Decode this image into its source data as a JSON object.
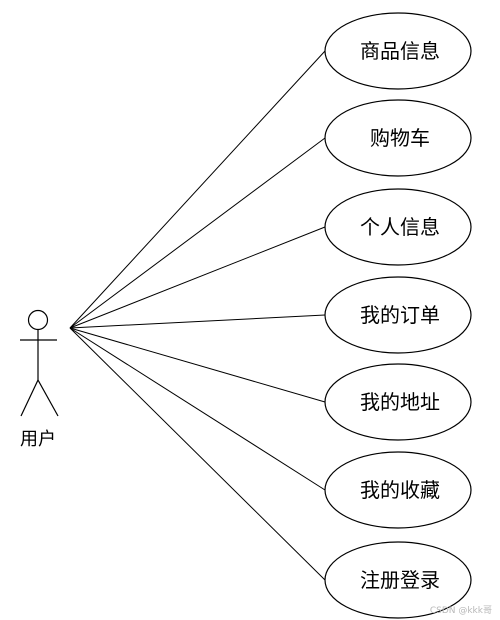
{
  "diagram": {
    "actor": {
      "label": "用户"
    },
    "use_cases": [
      {
        "label": "商品信息"
      },
      {
        "label": "购物车"
      },
      {
        "label": "个人信息"
      },
      {
        "label": "我的订单"
      },
      {
        "label": "我的地址"
      },
      {
        "label": "我的收藏"
      },
      {
        "label": "注册登录"
      }
    ]
  },
  "watermark": "CSDN @kkk哥",
  "colors": {
    "stroke": "#000000",
    "background": "#ffffff",
    "watermark": "#b8b8b8"
  }
}
